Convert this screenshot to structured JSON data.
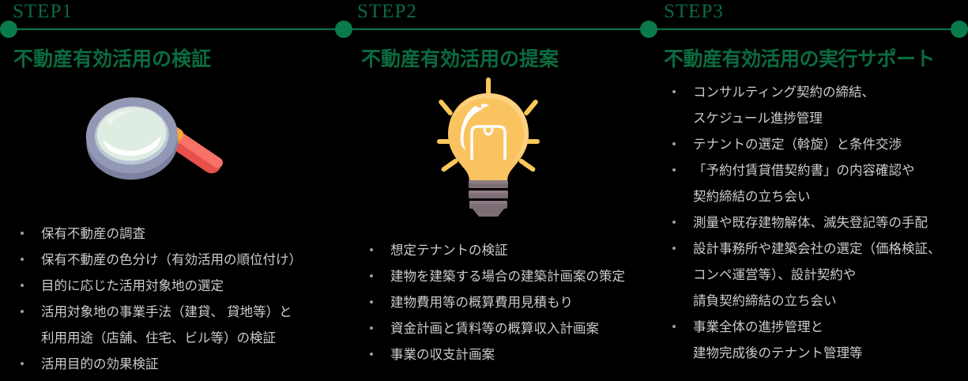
{
  "theme": {
    "background": "#000000",
    "accent_green": "#0a7a4a",
    "heading_green": "#0b6b3f",
    "body_text": "#c9cec8",
    "bullet_marker": "#9aa096"
  },
  "timeline": {
    "dots": 4,
    "steps": [
      {
        "label": "STEP1"
      },
      {
        "label": "STEP2"
      },
      {
        "label": "STEP3"
      }
    ]
  },
  "columns": [
    {
      "step_label": "STEP1",
      "title": "不動産有効活用の検証",
      "icon": "magnifying-glass-icon",
      "bullets": [
        {
          "lines": [
            "保有不動産の調査"
          ]
        },
        {
          "lines": [
            "保有不動産の色分け（有効活用の順位付け）"
          ]
        },
        {
          "lines": [
            "目的に応じた活用対象地の選定"
          ]
        },
        {
          "lines": [
            "活用対象地の事業手法（建貸、 貸地等）と",
            "利用用途（店舗、住宅、ビル等）の検証"
          ]
        },
        {
          "lines": [
            "活用目的の効果検証"
          ]
        }
      ]
    },
    {
      "step_label": "STEP2",
      "title": "不動産有効活用の提案",
      "icon": "lightbulb-icon",
      "bullets": [
        {
          "lines": [
            "想定テナントの検証"
          ]
        },
        {
          "lines": [
            "建物を建築する場合の建築計画案の策定"
          ]
        },
        {
          "lines": [
            "建物費用等の概算費用見積もり"
          ]
        },
        {
          "lines": [
            "資金計画と賃料等の概算収入計画案"
          ]
        },
        {
          "lines": [
            "事業の収支計画案"
          ]
        }
      ]
    },
    {
      "step_label": "STEP3",
      "title": "不動産有効活用の実行サポート",
      "icon": "none",
      "bullets": [
        {
          "lines": [
            "コンサルティング契約の締結、",
            "スケジュール進捗管理"
          ]
        },
        {
          "lines": [
            "テナントの選定（斡旋）と条件交渉"
          ]
        },
        {
          "lines": [
            "「予約付賃貸借契約書」の内容確認や",
            "契約締結の立ち会い"
          ]
        },
        {
          "lines": [
            "測量や既存建物解体、滅失登記等の手配"
          ]
        },
        {
          "lines": [
            "設計事務所や建築会社の選定（価格検証、",
            "コンペ運営等）、設計契約や",
            "請負契約締結の立ち会い"
          ]
        },
        {
          "lines": [
            "事業全体の進捗管理と",
            "建物完成後のテナント管理等"
          ]
        }
      ]
    }
  ],
  "icons": {
    "magnifying_glass": {
      "ring_color": "#8e93ae",
      "ring_dark": "#7b819e",
      "lens_color": "#dfece1",
      "ferrule_color": "#f99b2c",
      "handle_color": "#f2635c"
    },
    "lightbulb": {
      "glass_color": "#fcd277",
      "glass_light": "#fde3a5",
      "ray_color": "#f9c85a",
      "base_color": "#7d6e76",
      "filament_color": "#ffffff"
    }
  }
}
